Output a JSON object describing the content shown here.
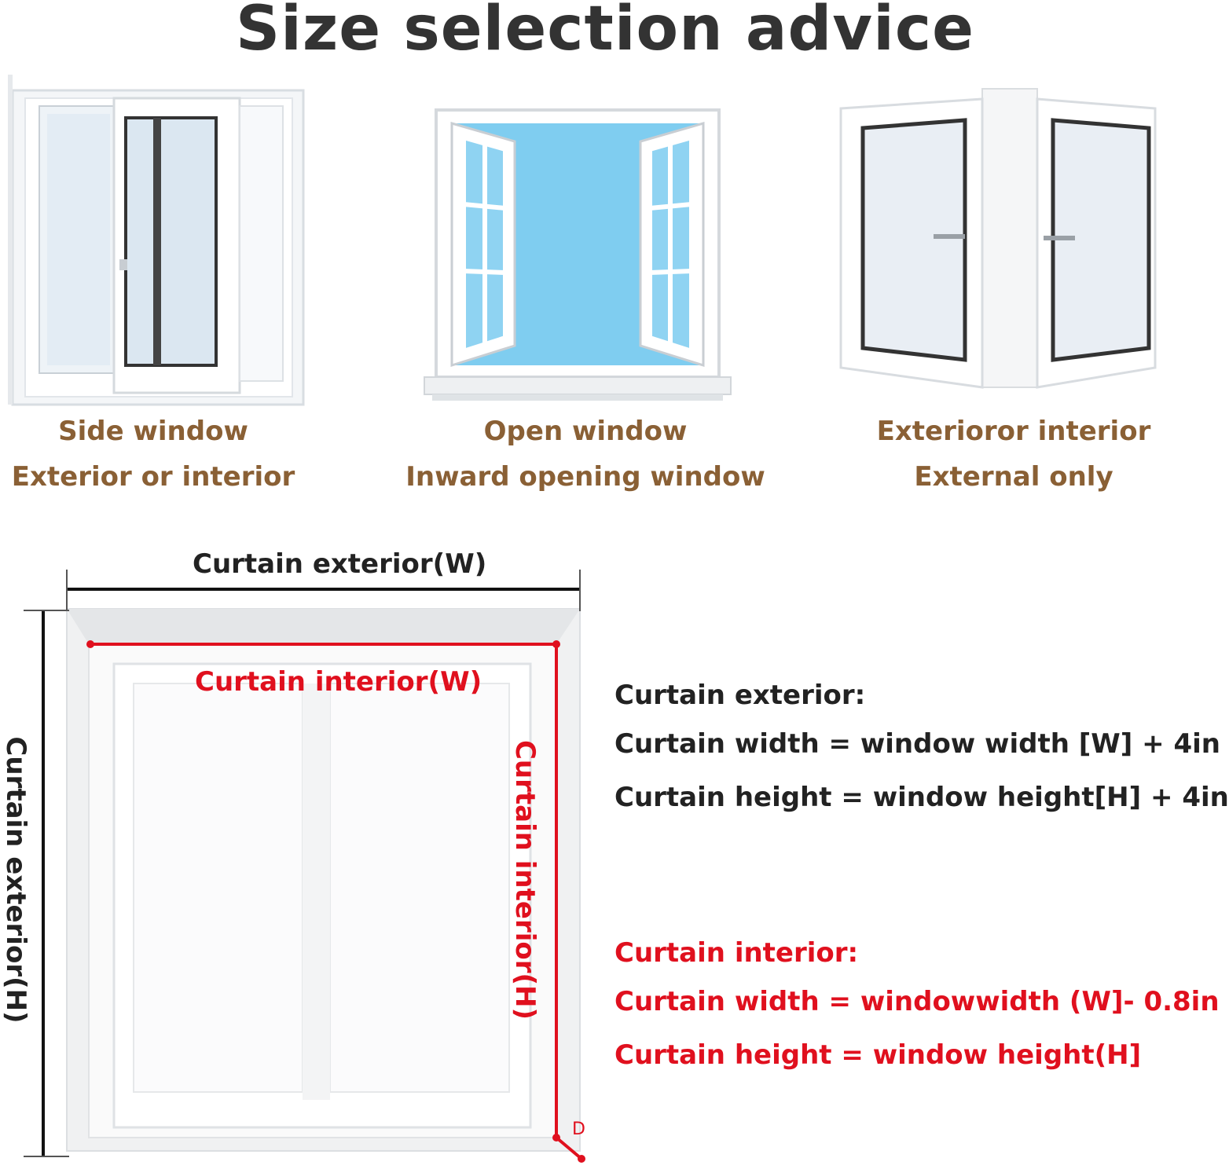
{
  "title": "Size selection advice",
  "colors": {
    "caption": "#8a6035",
    "red": "#e0101e",
    "text": "#222222",
    "sky": "#7fcdf0"
  },
  "windows": [
    {
      "icon": "sliding-window-icon",
      "line1": "Side window",
      "line2": "Exterior or interior"
    },
    {
      "icon": "open-casement-window-icon",
      "line1": "Open window",
      "line2": "Inward opening window"
    },
    {
      "icon": "outward-casement-window-icon",
      "line1": "Exterioror interior",
      "line2": "External only"
    }
  ],
  "diagram": {
    "exterior_width_label": "Curtain exterior(W)",
    "interior_width_label": "Curtain interior(W)",
    "exterior_height_label": "Curtain exterior(H)",
    "interior_height_label": "Curtain interior(H)",
    "corner_mark": "D"
  },
  "exterior_info": {
    "heading": "Curtain exterior:",
    "width_formula": "Curtain width = window width [W] + 4in",
    "height_formula": "Curtain height = window height[H] + 4in"
  },
  "interior_info": {
    "heading": "Curtain interior:",
    "width_formula": "Curtain width = windowwidth (W]- 0.8in",
    "height_formula": "Curtain height = window height(H]"
  }
}
